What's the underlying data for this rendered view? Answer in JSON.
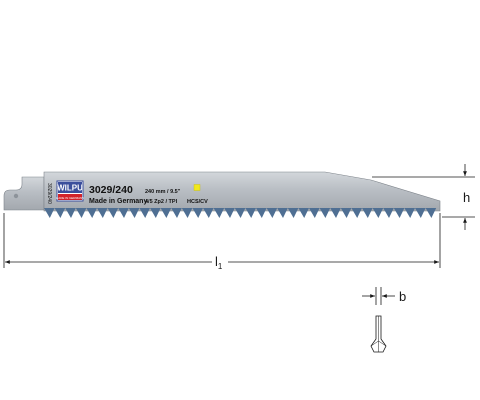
{
  "blade": {
    "article_number": "3029/240",
    "made_in": "Made in Germany",
    "length_spec": "240 mm / 9.5\"",
    "tooth_spec": "4/5 Zp2 / TPI",
    "material": "HCS/CV",
    "side_stamp": "3029/240",
    "brand_logo": "WILPU",
    "logo_subtext": "MADE IN GERMANY",
    "colors": {
      "blade_body": "#b7bcc2",
      "teeth": "#4f6f93",
      "logo_blue": "#3b4f9c",
      "logo_red": "#d2232a",
      "material_marker": "#f1e81c"
    }
  },
  "dimensions": {
    "height_label": "h",
    "length_label": "l",
    "length_subscript": "1",
    "thickness_label": "b"
  }
}
